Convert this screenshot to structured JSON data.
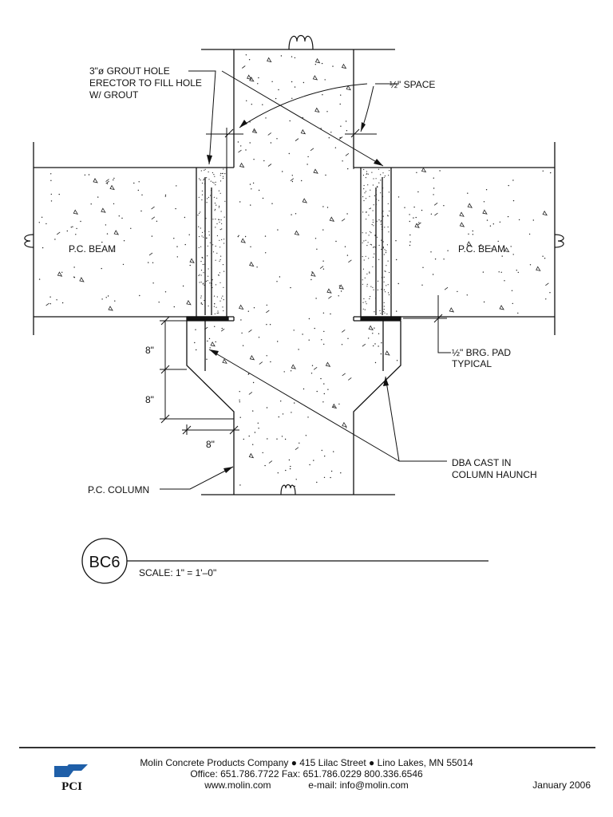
{
  "drawing": {
    "labels": {
      "grout_hole": [
        "3\"ø GROUT HOLE",
        "ERECTOR TO FILL HOLE",
        "W/ GROUT"
      ],
      "space": "½\" SPACE",
      "beam_left": "P.C. BEAM",
      "beam_right": "P.C. BEAM",
      "brg_pad": [
        "½\" BRG. PAD",
        "TYPICAL"
      ],
      "dim_1": "8\"",
      "dim_2": "8\"",
      "dim_3": "8\"",
      "dba": [
        "DBA CAST IN",
        "COLUMN HAUNCH"
      ],
      "column": "P.C. COLUMN"
    },
    "detail_tag": "BC6",
    "scale": "SCALE:  1\"  =  1'–0\""
  },
  "footer": {
    "company_line": "Molin Concrete Products Company  ●  415 Lilac Street  ●  Lino Lakes, MN 55014",
    "phone_line": "Office: 651.786.7722   Fax: 651.786.0229   800.336.6546",
    "web_line": "www.molin.com              e-mail: info@molin.com",
    "date": "January 2006",
    "logo_text": "PCI",
    "logo_color": "#1f5fa8"
  }
}
